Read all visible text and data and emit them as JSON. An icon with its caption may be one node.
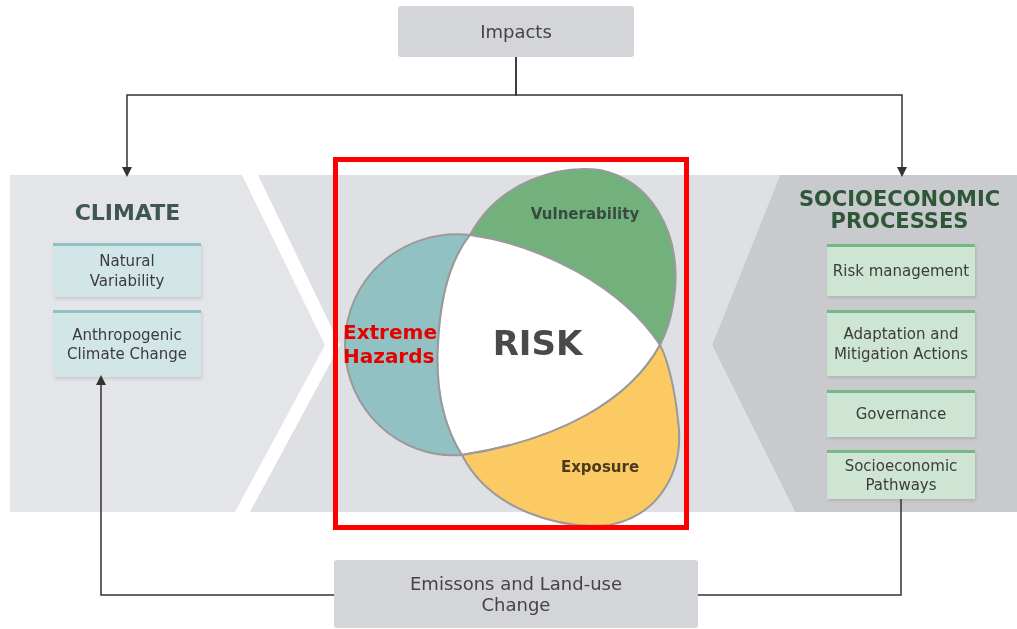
{
  "diagram": {
    "nodes": [
      {
        "text": [
          "Impacts"
        ]
      },
      {
        "text": [
          "CLIMATE"
        ]
      },
      {
        "text": [
          "Natural Variability"
        ],
        "in": 1
      },
      {
        "text": [
          "Anthropogenic Climate Change"
        ],
        "in": 1
      },
      {
        "text": [
          "Vulnerability"
        ]
      },
      {
        "text": [
          "Extreme Hazards"
        ]
      },
      {
        "text": [
          "RISK"
        ]
      },
      {
        "text": [
          "Exposure"
        ]
      },
      {
        "text": [
          "SOCIOECONOMIC PROCESSES"
        ]
      },
      {
        "text": [
          "Risk management"
        ],
        "in": 8
      },
      {
        "text": [
          "Adaptation and Mitigation Actions"
        ],
        "in": 8
      },
      {
        "text": [
          "Governance"
        ],
        "in": 8
      },
      {
        "text": [
          "Socioeconomic Pathways"
        ],
        "in": 8
      },
      {
        "text": [
          "Emissons and Land-use Change"
        ]
      }
    ],
    "edges": [
      {
        "from": 0,
        "to": 1,
        "arrow": "to"
      },
      {
        "from": 0,
        "to": 8,
        "arrow": "to"
      },
      {
        "from": 13,
        "to": 3,
        "arrow": "to"
      },
      {
        "from": 12,
        "to": 13,
        "arrow": "none"
      }
    ]
  }
}
